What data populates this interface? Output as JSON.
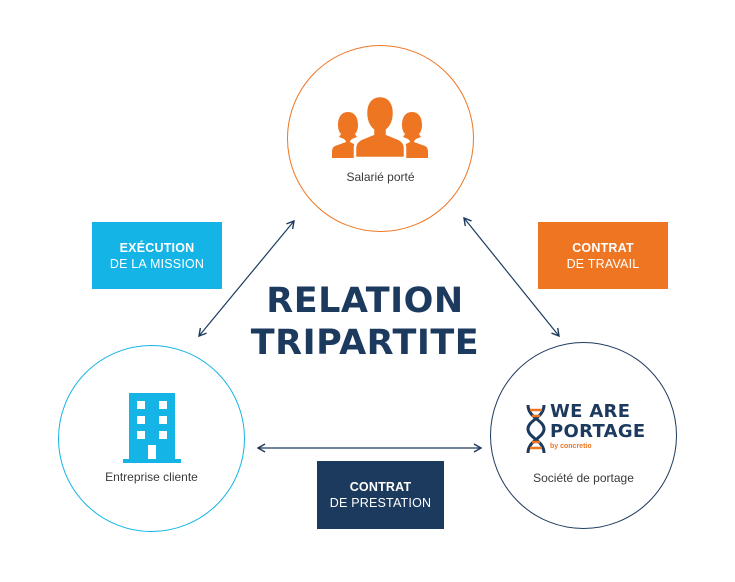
{
  "title": {
    "line1": "RELATION",
    "line2": "TRIPARTITE"
  },
  "nodes": {
    "salarie": {
      "label": "Salarié porté",
      "icon": "people-group-icon"
    },
    "entreprise": {
      "label": "Entreprise cliente",
      "icon": "office-building-icon"
    },
    "societe": {
      "label": "Société de portage",
      "icon": "dna-logo-icon"
    }
  },
  "boxes": {
    "execution": {
      "bold": "EXÉCUTION",
      "light": "DE LA MISSION"
    },
    "travail": {
      "bold": "CONTRAT",
      "light": "DE TRAVAIL"
    },
    "prestation": {
      "bold": "CONTRAT",
      "light": "DE PRESTATION"
    }
  },
  "logo": {
    "line1": "WE ARE",
    "line2": "PORTAGE",
    "sub": "by concretio"
  },
  "colors": {
    "orange": "#ee7623",
    "cyan": "#14b5e6",
    "navy": "#1c3a5e"
  }
}
